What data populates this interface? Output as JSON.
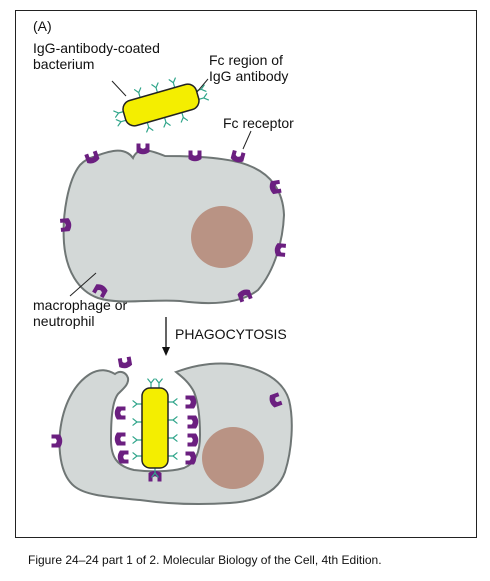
{
  "panel_label": "(A)",
  "labels": {
    "bacterium_line1": "IgG-antibody-coated",
    "bacterium_line2": "bacterium",
    "fc_region_line1": "Fc region of",
    "fc_region_line2": "IgG antibody",
    "fc_receptor": "Fc receptor",
    "macrophage_line1": "macrophage or",
    "macrophage_line2": "neutrophil",
    "process": "PHAGOCYTOSIS"
  },
  "caption": "Figure 24–24 part 1 of 2. Molecular Biology of the Cell, 4th Edition.",
  "colors": {
    "cell_fill": "#d3d8d7",
    "cell_outline": "#6f7675",
    "nucleus": "#b99384",
    "bacterium": "#f4ee00",
    "receptor": "#6b1f80",
    "antibody": "#2fa58a"
  }
}
